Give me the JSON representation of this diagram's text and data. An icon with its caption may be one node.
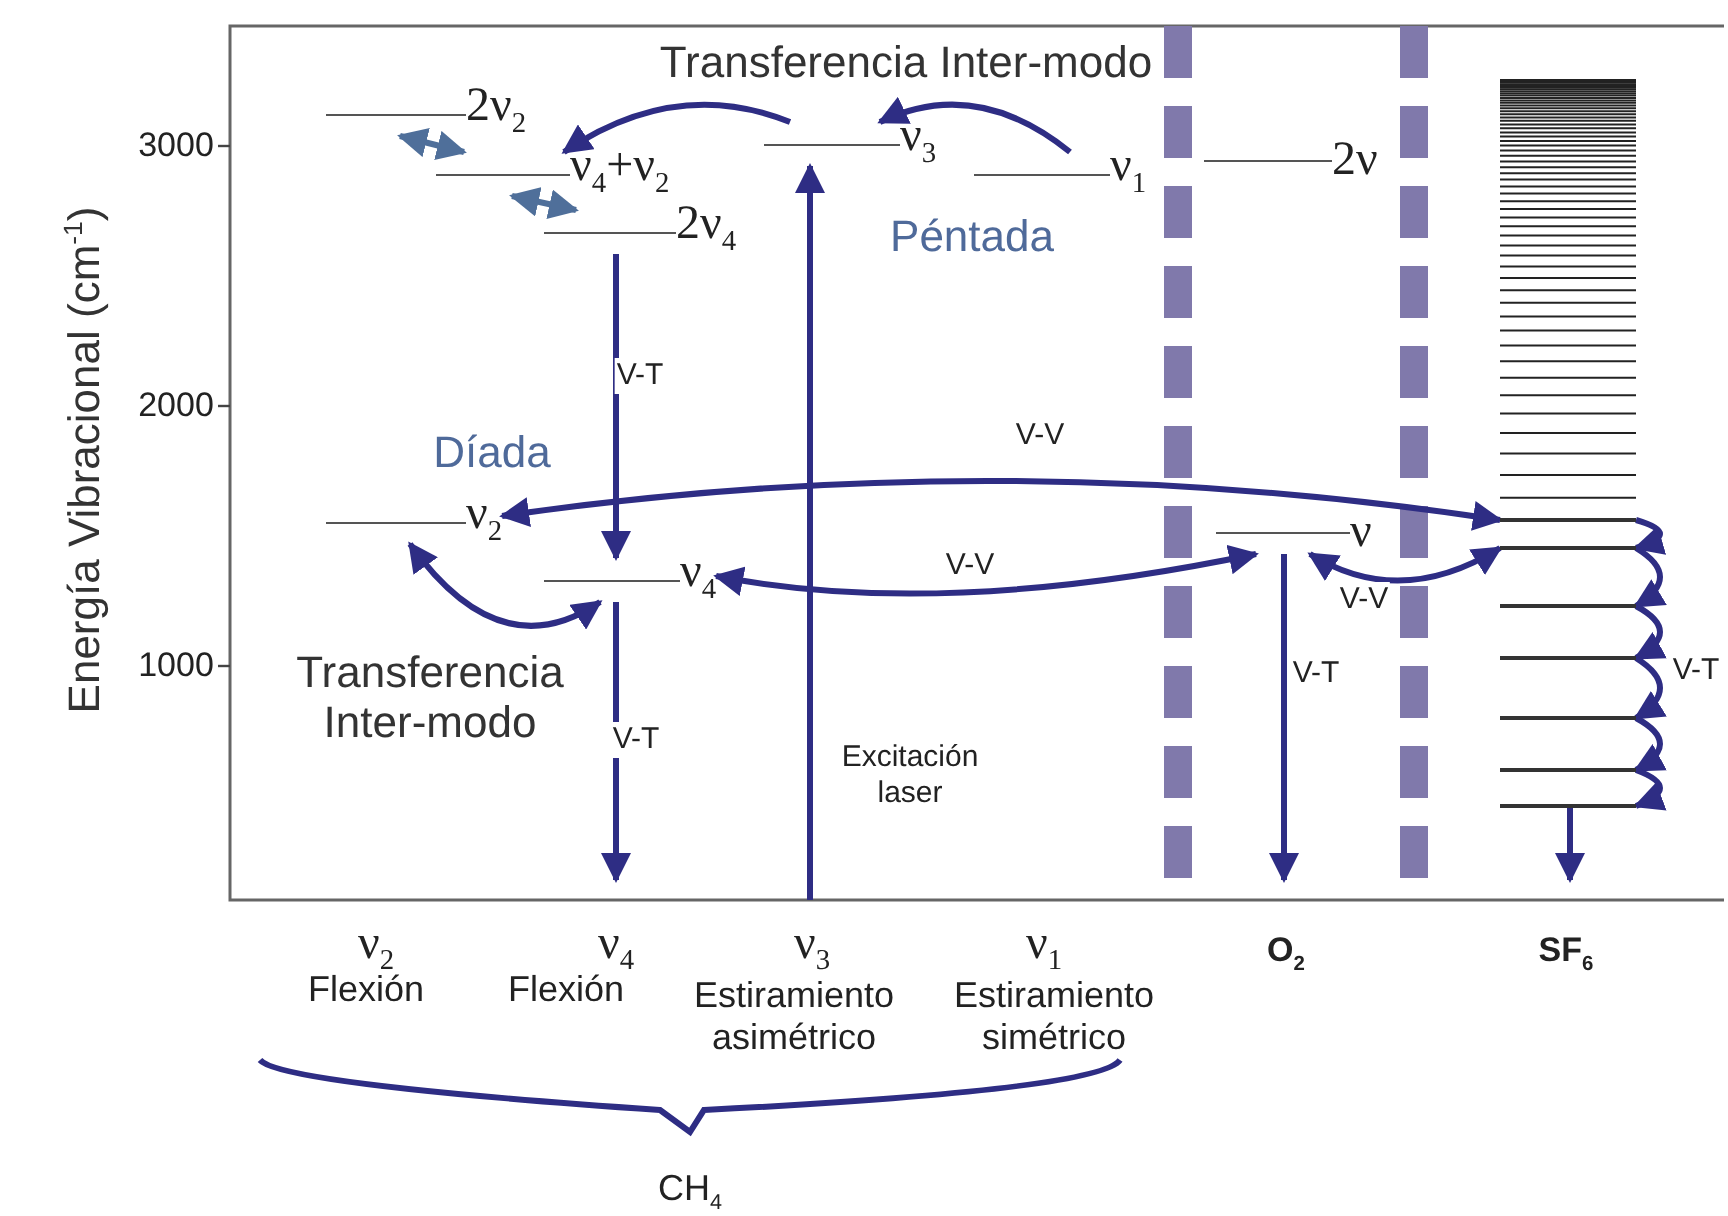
{
  "diagram": {
    "nodes": [
      {
        "text": [
          "2ν$_{2}$"
        ]
      },
      {
        "text": [
          "ν$_{4}$+ν$_{2}$"
        ]
      },
      {
        "text": [
          "2ν$_{4}$"
        ]
      },
      {
        "text": [
          "ν$_{3}$"
        ]
      },
      {
        "text": [
          "ν$_{1}$"
        ]
      },
      {
        "text": [
          "2ν"
        ]
      },
      {
        "text": [
          "ν$_{2}$"
        ]
      },
      {
        "text": [
          "ν$_{4}$"
        ]
      },
      {
        "text": [
          "ν"
        ]
      },
      {
        "text": [],
        "shape": "bar"
      },
      {
        "text": [],
        "shape": "bar"
      },
      {
        "text": [],
        "shape": "bar"
      },
      {
        "text": [],
        "shape": "bar"
      },
      {
        "text": [],
        "shape": "bar"
      },
      {
        "text": [],
        "shape": "bar"
      },
      {
        "text": [],
        "shape": "bar"
      }
    ],
    "edges": [
      {
        "from": 0,
        "to": 1,
        "arrow": "both",
        "color": "#4f6f9a"
      },
      {
        "from": 1,
        "to": 2,
        "arrow": "both",
        "color": "#4f6f9a"
      },
      {
        "from": 3,
        "to": 1,
        "arrow": "to"
      },
      {
        "from": 4,
        "to": 3,
        "arrow": "to"
      },
      {
        "from": 2,
        "to": 7,
        "arrow": "to",
        "label": "V-T"
      },
      {
        "from": 7,
        "to": null,
        "arrow": "to",
        "label": "V-T"
      },
      {
        "from": null,
        "to": 3,
        "arrow": "to",
        "label": "Excitación laser"
      },
      {
        "from": 9,
        "to": 6,
        "arrow": "both",
        "label": "V-V"
      },
      {
        "from": 7,
        "to": 8,
        "arrow": "both",
        "label": "V-V"
      },
      {
        "from": 8,
        "to": 10,
        "arrow": "both",
        "label": "V-V"
      },
      {
        "from": 6,
        "to": 7,
        "arrow": "both"
      },
      {
        "from": 9,
        "to": 10,
        "arrow": "to"
      },
      {
        "from": 10,
        "to": 11,
        "arrow": "to"
      },
      {
        "from": 11,
        "to": 12,
        "arrow": "to"
      },
      {
        "from": 12,
        "to": 13,
        "arrow": "to"
      },
      {
        "from": 13,
        "to": 14,
        "arrow": "to"
      },
      {
        "from": 14,
        "to": 15,
        "arrow": "to"
      },
      {
        "from": 15,
        "to": null,
        "arrow": "to"
      },
      {
        "from": 8,
        "to": null,
        "arrow": "to",
        "label": "V-T"
      }
    ],
    "labels": [
      "Energía Vibracional (cm$^{-1}$)",
      "3000",
      "2000",
      "1000",
      "Transferencia Inter-modo",
      "Péntada",
      "Díada",
      "Transferencia Inter-modo",
      "V-T",
      "ν$_{2}$",
      "ν$_{4}$",
      "ν$_{3}$",
      "ν$_{1}$",
      "O$_{2}$",
      "SF$_{6}$",
      "Flexión",
      "Flexión",
      "Estiramiento asimétrico",
      "Estiramiento simétrico",
      "CH$_{4}$"
    ]
  }
}
